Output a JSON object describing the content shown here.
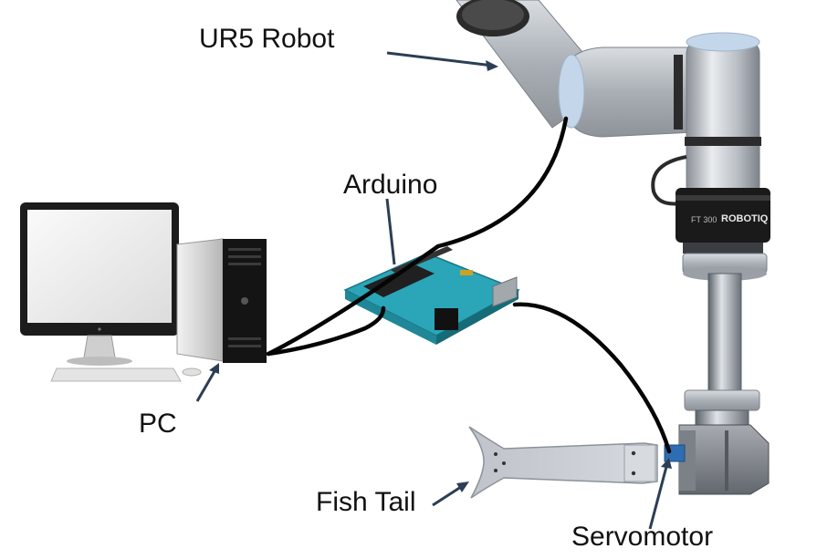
{
  "labels": {
    "robot": "UR5 Robot",
    "arduino": "Arduino",
    "pc": "PC",
    "fish_tail": "Fish Tail",
    "servomotor": "Servomotor"
  },
  "brand_text": {
    "gripper": "ROBOTIQ",
    "sensor": "FT 300"
  },
  "icons": {
    "robot": "ur5-robot-arm-icon",
    "pc": "desktop-computer-icon",
    "arduino": "arduino-board-icon",
    "fish_tail": "fish-tail-icon",
    "servomotor": "servomotor-icon"
  },
  "colors": {
    "arrow": "#2c3e55",
    "cable": "#050505",
    "arduino_board": "#2aa6b8",
    "robot_cap": "#c4d6ea",
    "tail": "#c9cdd4"
  }
}
